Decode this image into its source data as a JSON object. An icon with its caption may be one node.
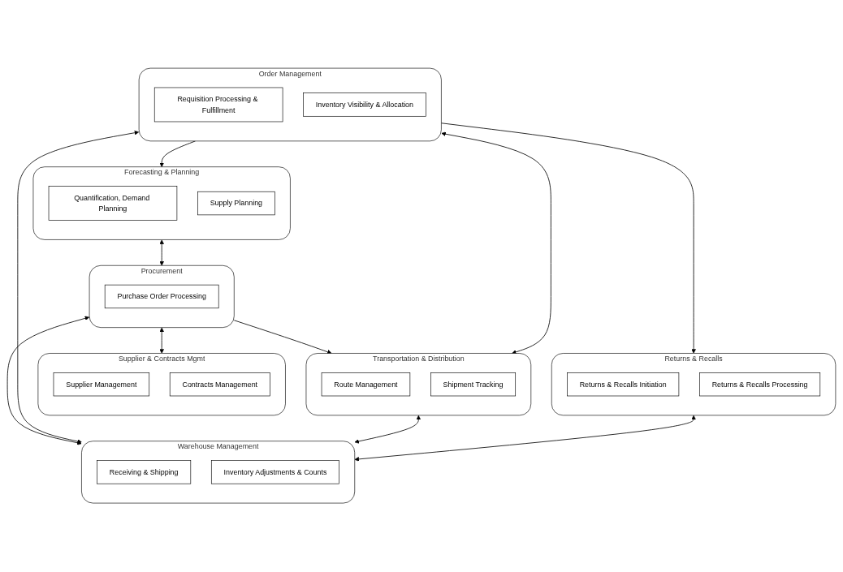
{
  "diagram": {
    "nodes": [
      {
        "text": [
          "Forecasting & Planning"
        ]
      },
      {
        "text": [
          "Quantification, Demand Planning"
        ],
        "in": 0
      },
      {
        "text": [
          "Supply Planning"
        ],
        "in": 0
      },
      {
        "text": [
          "Procurement"
        ]
      },
      {
        "text": [
          "Purchase Order Processing"
        ],
        "in": 3
      },
      {
        "text": [
          "Supplier & Contracts Mgmt"
        ]
      },
      {
        "text": [
          "Supplier Management"
        ],
        "in": 5
      },
      {
        "text": [
          "Contracts Management"
        ],
        "in": 5
      },
      {
        "text": [
          "Transportation & Distribution"
        ]
      },
      {
        "text": [
          "Route Management"
        ],
        "in": 8
      },
      {
        "text": [
          "Shipment Tracking"
        ],
        "in": 8
      },
      {
        "text": [
          "Order Management"
        ]
      },
      {
        "text": [
          "Requisition Processing & Fulfillment"
        ],
        "in": 11
      },
      {
        "text": [
          "Inventory Visibility & Allocation"
        ],
        "in": 11
      },
      {
        "text": [
          "Warehouse Management"
        ]
      },
      {
        "text": [
          "Receiving & Shipping"
        ],
        "in": 14
      },
      {
        "text": [
          "Inventory Adjustments & Counts"
        ],
        "in": 14
      },
      {
        "text": [
          "Returns & Recalls"
        ]
      },
      {
        "text": [
          "Returns & Recalls Initiation"
        ],
        "in": 17
      },
      {
        "text": [
          "Returns & Recalls Processing"
        ],
        "in": 17
      }
    ],
    "edges": [
      {
        "from": 0,
        "to": 3,
        "arrow": "both"
      },
      {
        "from": 3,
        "to": 5,
        "arrow": "both"
      },
      {
        "from": 3,
        "to": 8,
        "arrow": "to"
      },
      {
        "from": 3,
        "to": 14,
        "arrow": "both"
      },
      {
        "from": 11,
        "to": 0,
        "arrow": "to"
      },
      {
        "from": 11,
        "to": 8,
        "arrow": "both"
      },
      {
        "from": 11,
        "to": 14,
        "arrow": "both"
      },
      {
        "from": 11,
        "to": 17,
        "arrow": "to"
      },
      {
        "from": 8,
        "to": 14,
        "arrow": "both"
      },
      {
        "from": 17,
        "to": 14,
        "arrow": "both"
      }
    ]
  }
}
